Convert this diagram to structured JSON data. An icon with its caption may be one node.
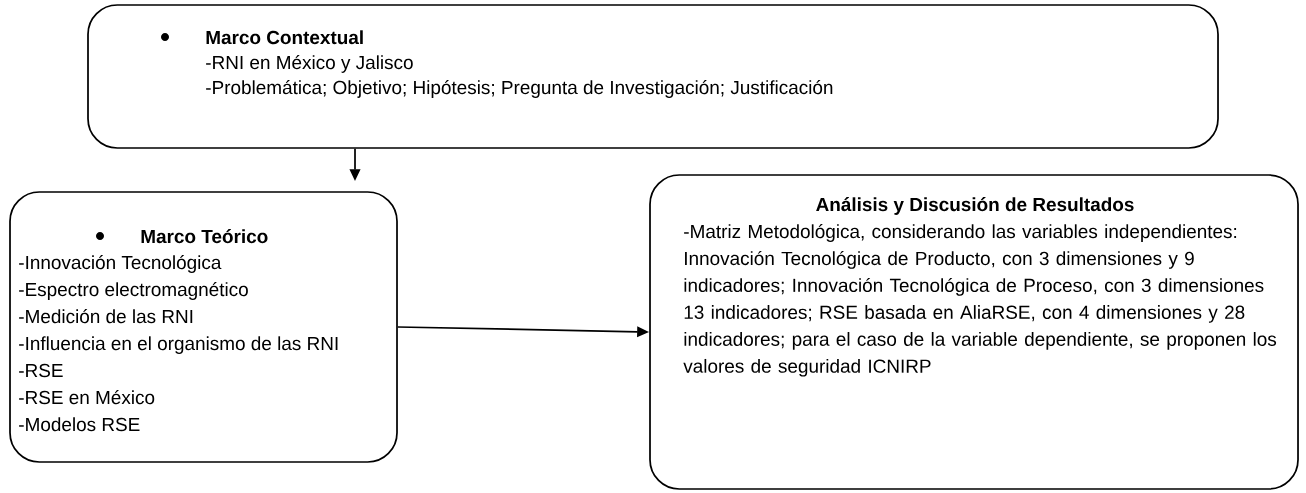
{
  "diagram": {
    "nodes": [
      {
        "text": [
          "Marco Contextual",
          "-RNI en México y Jalisco",
          "-Problemática; Objetivo; Hipótesis; Pregunta de Investigación; Justificación"
        ]
      },
      {
        "text": [
          "Marco Teórico",
          "-Innovación Tecnológica",
          "-Espectro electromagnético",
          "-Medición de las RNI",
          "-Influencia en el organismo de las RNI",
          "-RSE",
          "-RSE en México",
          "-Modelos RSE"
        ]
      },
      {
        "text": [
          "Análisis y Discusión de Resultados",
          "-Matriz Metodológica, considerando las variables independientes: Innovación Tecnológica de Producto, con 3 dimensiones y 9 indicadores; Innovación Tecnológica de Proceso, con 3 dimensiones 13 indicadores; RSE basada en AliaRSE, con 4 dimensiones y 28 indicadores; para el caso de la variable dependiente, se proponen los valores de seguridad ICNIRP"
        ]
      }
    ],
    "edges": [
      {
        "from": 0,
        "to": 1,
        "arrow": "to"
      },
      {
        "from": 1,
        "to": 2,
        "arrow": "to"
      }
    ]
  }
}
